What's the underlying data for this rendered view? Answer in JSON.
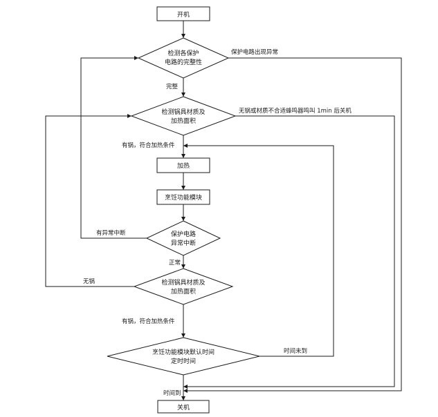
{
  "nodes": {
    "start": "开机",
    "check_protect_1": "检测各保护",
    "check_protect_2": "电路的完整性",
    "check_pot_1": "检测锅具材质及",
    "check_pot_2": "加热面积",
    "heating": "加热",
    "cooking_module": "烹饪功能模块",
    "protect_abnormal_1": "保护电路",
    "protect_abnormal_2": "异常中断",
    "check_pot2_1": "检测锅具材质及",
    "check_pot2_2": "加热面积",
    "time_check_1": "烹饪功能模块默认时间",
    "time_check_2": "定时时间",
    "shutdown": "关机"
  },
  "edges": {
    "complete": "完整",
    "protect_fault": "保护电路出现异常",
    "no_pot_alarm": "无锅或材质不合适蜂鸣器鸣叫 1min 后关机",
    "has_pot_1": "有锅，符合加热条件",
    "abnormal_interrupt": "有异常中断",
    "normal": "正常",
    "no_pot": "无锅",
    "has_pot_2": "有锅，符合加热条件",
    "time_not_reached": "时间未到",
    "time_reached": "时间到"
  }
}
